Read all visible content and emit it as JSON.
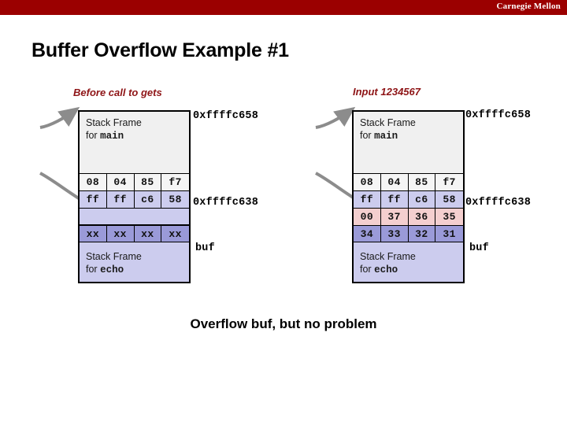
{
  "brand": {
    "text": "Carnegie Mellon",
    "bar_color": "#9b0000"
  },
  "slide": {
    "title": "Buffer Overflow Example #1",
    "bottom_caption": "Overflow buf, but no problem"
  },
  "colors": {
    "caption_red": "#8e1416",
    "frame_gray": "#f0f0f0",
    "lavender": "#ccccee",
    "lavender_dark": "#9a9ad8",
    "pink": "#f4cfcf",
    "byte_white": "#f5f5f5"
  },
  "panels": {
    "left": {
      "caption": "Before call to gets",
      "main_frame": {
        "line1": "Stack Frame",
        "line2_prefix": "for ",
        "line2_fn": "main"
      },
      "echo_frame": {
        "line1": "Stack Frame",
        "line2_prefix": "for ",
        "line2_fn": "echo"
      },
      "rows": [
        {
          "name": "return-address-high",
          "fill": "white",
          "cells": [
            "08",
            "04",
            "85",
            "f7"
          ]
        },
        {
          "name": "return-address-low",
          "fill": "lav",
          "cells": [
            "ff",
            "ff",
            "c6",
            "58"
          ]
        },
        {
          "name": "unused-gap",
          "fill": "lav",
          "cells": []
        },
        {
          "name": "buf-bytes",
          "fill": "lav-dark",
          "cells": [
            "xx",
            "xx",
            "xx",
            "xx"
          ]
        }
      ],
      "labels": {
        "top_address": "0xffffc658",
        "mid_address": "0xffffc638",
        "buf": "buf"
      }
    },
    "right": {
      "caption": "Input 1234567",
      "main_frame": {
        "line1": "Stack Frame",
        "line2_prefix": "for ",
        "line2_fn": "main"
      },
      "echo_frame": {
        "line1": "Stack Frame",
        "line2_prefix": "for ",
        "line2_fn": "echo"
      },
      "rows": [
        {
          "name": "return-address-high",
          "fill": "white",
          "cells": [
            "08",
            "04",
            "85",
            "f7"
          ]
        },
        {
          "name": "return-address-low",
          "fill": "lav",
          "cells": [
            "ff",
            "ff",
            "c6",
            "58"
          ]
        },
        {
          "name": "overflow-bytes",
          "fill": "pink",
          "cells": [
            "00",
            "37",
            "36",
            "35"
          ]
        },
        {
          "name": "buf-bytes",
          "fill": "lav-dark",
          "cells": [
            "34",
            "33",
            "32",
            "31"
          ]
        }
      ],
      "labels": {
        "top_address": "0xffffc658",
        "mid_address": "0xffffc638",
        "buf": "buf"
      }
    }
  }
}
